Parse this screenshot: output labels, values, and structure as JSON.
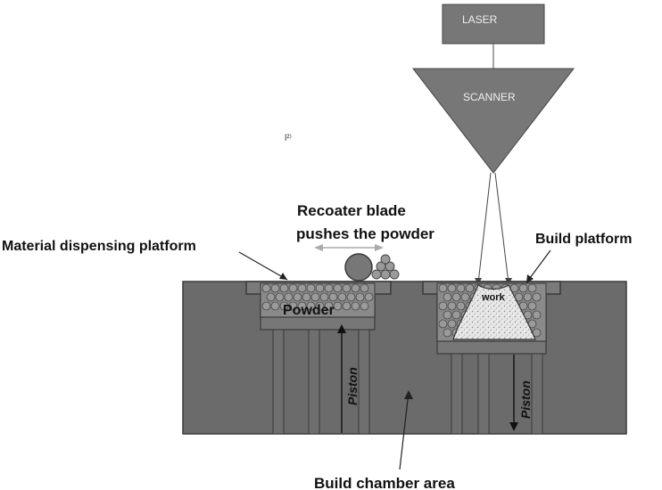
{
  "labels": {
    "laser": "LASER",
    "scanner": "SCANNER",
    "mark": "l²⁾",
    "recoater_line1": "Recoater blade",
    "recoater_line2": "pushes the powder",
    "material_platform": "Material dispensing platform",
    "build_platform": "Build platform",
    "powder": "Powder",
    "work": "work",
    "piston_left": "Piston",
    "piston_right": "Piston",
    "build_chamber": "Build chamber area"
  },
  "colors": {
    "body": "#6b6b6b",
    "outline": "#3a3a3a",
    "laser_box": "#777777",
    "scanner": "#777777",
    "powder": "#8a8a8a",
    "work_fill": "#e6e6e6",
    "text": "#111111"
  }
}
